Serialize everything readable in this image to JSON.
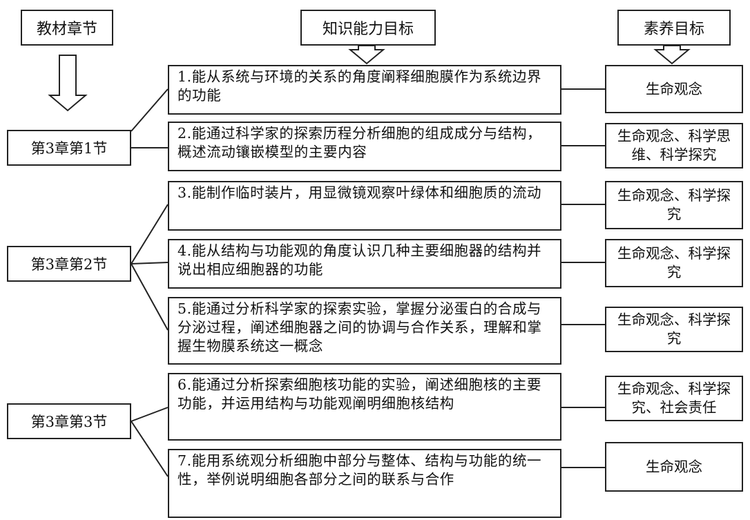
{
  "headers": {
    "chapter": "教材章节",
    "knowledge": "知识能力目标",
    "literacy": "素养目标"
  },
  "sections": [
    {
      "label": "第3章第1节"
    },
    {
      "label": "第3章第2节"
    },
    {
      "label": "第3章第3节"
    }
  ],
  "objectives": [
    {
      "text": "1.能从系统与环境的关系的角度阐释细胞膜作为系统边界的功能",
      "goal": "生命观念"
    },
    {
      "text": "2.能通过科学家的探索历程分析细胞的组成成分与结构，概述流动镶嵌模型的主要内容",
      "goal": "生命观念、科学思维、科学探究"
    },
    {
      "text": "3.能制作临时装片，用显微镜观察叶绿体和细胞质的流动",
      "goal": "生命观念、科学探究"
    },
    {
      "text": "4.能从结构与功能观的角度认识几种主要细胞器的结构并说出相应细胞器的功能",
      "goal": "生命观念、科学探究"
    },
    {
      "text": "5.能通过分析科学家的探索实验，掌握分泌蛋白的合成与分泌过程，阐述细胞器之间的协调与合作关系，理解和掌握生物膜系统这一概念",
      "goal": "生命观念、科学探究"
    },
    {
      "text": "6.能通过分析探索细胞核功能的实验，阐述细胞核的主要功能，并运用结构与功能观阐明细胞核结构",
      "goal": "生命观念、科学探究、社会责任"
    },
    {
      "text": "7.能用系统观分析细胞中部分与整体、结构与功能的统一性，举例说明细胞各部分之间的联系与合作",
      "goal": "生命观念"
    }
  ]
}
